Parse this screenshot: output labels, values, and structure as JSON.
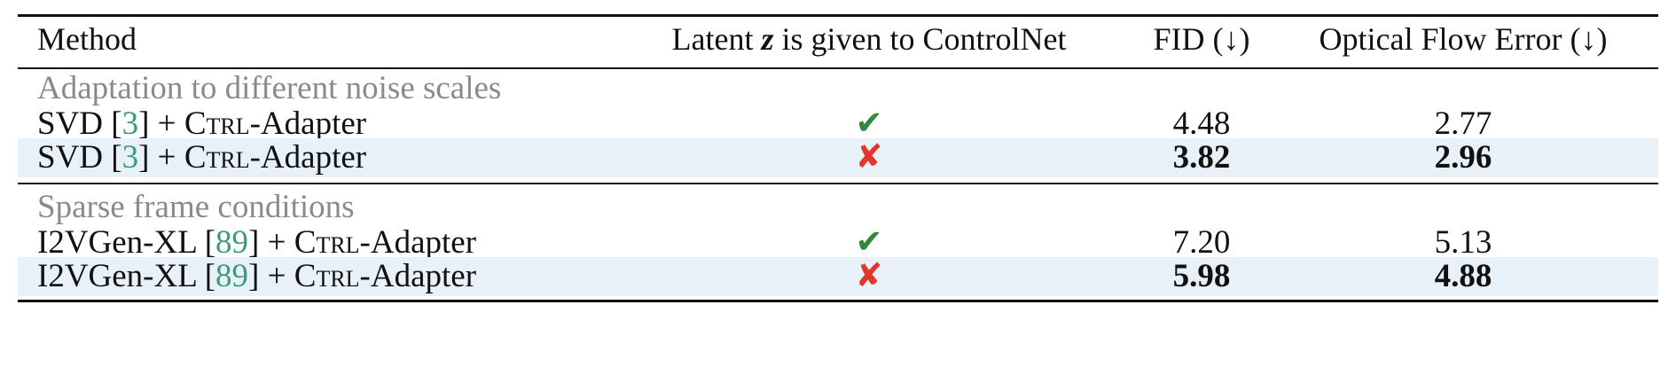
{
  "header": {
    "method": "Method",
    "latent_prefix": "Latent ",
    "latent_var": "z",
    "latent_suffix": " is given to ControlNet",
    "fid": "FID (↓)",
    "flow": "Optical Flow Error (↓)"
  },
  "groups": [
    {
      "title": "Adaptation to different noise scales",
      "rows": [
        {
          "model": "SVD",
          "cite": "3",
          "adapter_first": "C",
          "adapter_sc": "trl",
          "adapter_rest": "-Adapter",
          "latent": "✔",
          "fid": "4.48",
          "flow": "2.77"
        },
        {
          "model": "SVD",
          "cite": "3",
          "adapter_first": "C",
          "adapter_sc": "trl",
          "adapter_rest": "-Adapter",
          "latent": "✘",
          "fid": "3.82",
          "flow": "2.96"
        }
      ]
    },
    {
      "title": "Sparse frame conditions",
      "rows": [
        {
          "model": "I2VGen-XL",
          "cite": "89",
          "adapter_first": "C",
          "adapter_sc": "trl",
          "adapter_rest": "-Adapter",
          "latent": "✔",
          "fid": "7.20",
          "flow": "5.13"
        },
        {
          "model": "I2VGen-XL",
          "cite": "89",
          "adapter_first": "C",
          "adapter_sc": "trl",
          "adapter_rest": "-Adapter",
          "latent": "✘",
          "fid": "5.98",
          "flow": "4.88"
        }
      ]
    }
  ],
  "colors": {
    "highlight": "#e8f1f8",
    "check": "#2f8a3e",
    "cross": "#e0362b",
    "citation": "#3d9a7a",
    "group_title": "#8a8a8a"
  },
  "icons": {
    "check": "check-mark-icon",
    "cross": "cross-mark-icon"
  }
}
